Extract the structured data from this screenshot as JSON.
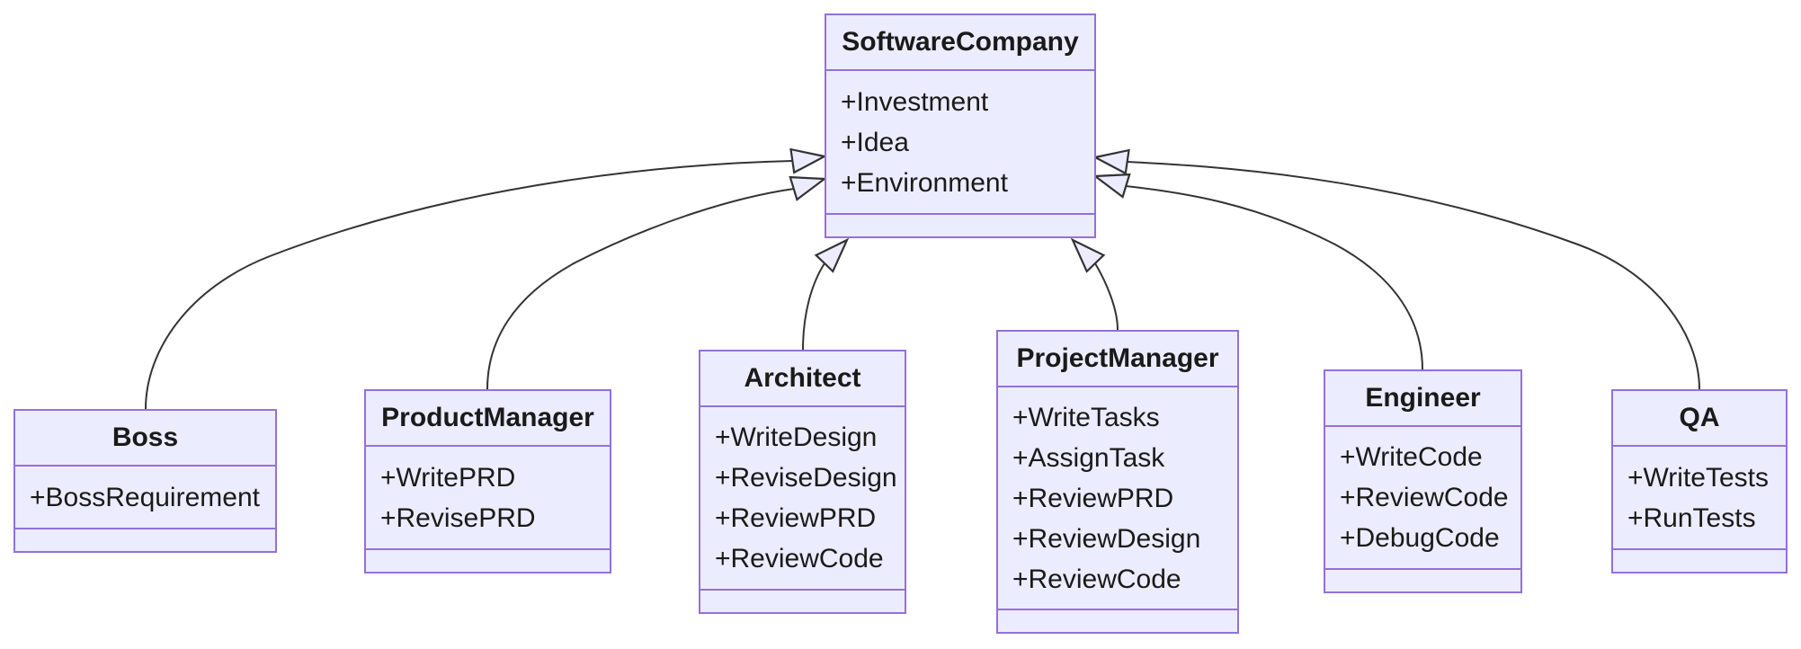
{
  "diagram": {
    "type": "uml-class-diagram",
    "background_color": "#FFFFFF",
    "node_fill_color": "#ECECFF",
    "node_border_color": "#9370DB",
    "edge_color": "#333333",
    "text_color": "#1A1A1A",
    "classes": [
      {
        "id": "software-company",
        "name": "SoftwareCompany",
        "attributes": [
          "+Investment",
          "+Idea",
          "+Environment"
        ],
        "methods": []
      },
      {
        "id": "boss",
        "name": "Boss",
        "attributes": [
          "+BossRequirement"
        ],
        "methods": []
      },
      {
        "id": "product-manager",
        "name": "ProductManager",
        "attributes": [
          "+WritePRD",
          "+RevisePRD"
        ],
        "methods": []
      },
      {
        "id": "architect",
        "name": "Architect",
        "attributes": [
          "+WriteDesign",
          "+ReviseDesign",
          "+ReviewPRD",
          "+ReviewCode"
        ],
        "methods": []
      },
      {
        "id": "project-manager",
        "name": "ProjectManager",
        "attributes": [
          "+WriteTasks",
          "+AssignTask",
          "+ReviewPRD",
          "+ReviewDesign",
          "+ReviewCode"
        ],
        "methods": []
      },
      {
        "id": "engineer",
        "name": "Engineer",
        "attributes": [
          "+WriteCode",
          "+ReviewCode",
          "+DebugCode"
        ],
        "methods": []
      },
      {
        "id": "qa",
        "name": "QA",
        "attributes": [
          "+WriteTests",
          "+RunTests"
        ],
        "methods": []
      }
    ],
    "relations": [
      {
        "from": "Boss",
        "to": "SoftwareCompany",
        "type": "inheritance"
      },
      {
        "from": "ProductManager",
        "to": "SoftwareCompany",
        "type": "inheritance"
      },
      {
        "from": "Architect",
        "to": "SoftwareCompany",
        "type": "inheritance"
      },
      {
        "from": "ProjectManager",
        "to": "SoftwareCompany",
        "type": "inheritance"
      },
      {
        "from": "Engineer",
        "to": "SoftwareCompany",
        "type": "inheritance"
      },
      {
        "from": "QA",
        "to": "SoftwareCompany",
        "type": "inheritance"
      }
    ]
  }
}
